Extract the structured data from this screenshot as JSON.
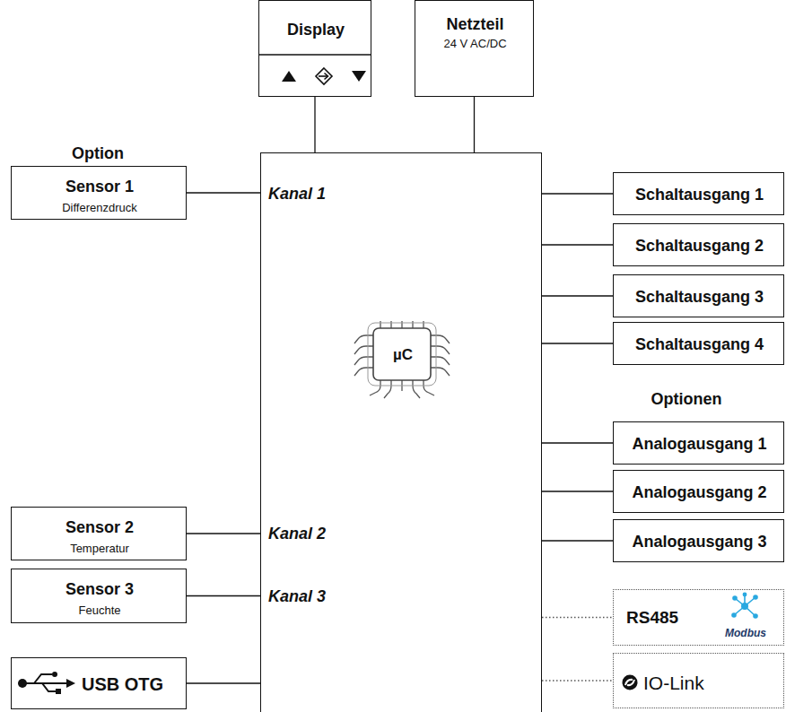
{
  "diagram": {
    "nodes": [
      {
        "text": [
          "Display"
        ]
      },
      {
        "text": [
          "Netzteil",
          "24 V AC/DC"
        ]
      },
      {
        "text": [
          "Option",
          "Sensor 1",
          "Differenzdruck"
        ]
      },
      {
        "text": [
          "Kanal 1",
          "µC",
          "Kanal 2",
          "Kanal 3"
        ]
      },
      {
        "text": [
          "Schaltausgang 1"
        ]
      },
      {
        "text": [
          "Schaltausgang 2"
        ]
      },
      {
        "text": [
          "Schaltausgang 3"
        ]
      },
      {
        "text": [
          "Schaltausgang 4"
        ]
      },
      {
        "text": [
          "Analogausgang 1"
        ]
      },
      {
        "text": [
          "Analogausgang 2"
        ]
      },
      {
        "text": [
          "Analogausgang 3"
        ]
      },
      {
        "text": [
          "Sensor 2",
          "Temperatur"
        ]
      },
      {
        "text": [
          "Sensor 3",
          "Feuchte"
        ]
      },
      {
        "text": [
          "RS485",
          "Modbus"
        ]
      },
      {
        "text": [
          "USB OTG"
        ]
      },
      {
        "text": [
          "IO-Link"
        ]
      }
    ],
    "edges": [
      {
        "from": 0,
        "to": 3,
        "arrow": "none"
      },
      {
        "from": 1,
        "to": 3,
        "arrow": "none"
      },
      {
        "from": 2,
        "to": 3,
        "arrow": "none"
      },
      {
        "from": 11,
        "to": 3,
        "arrow": "none"
      },
      {
        "from": 12,
        "to": 3,
        "arrow": "none"
      },
      {
        "from": 14,
        "to": 3,
        "arrow": "none"
      },
      {
        "from": 3,
        "to": 4,
        "arrow": "none"
      },
      {
        "from": 3,
        "to": 5,
        "arrow": "none"
      },
      {
        "from": 3,
        "to": 6,
        "arrow": "none"
      },
      {
        "from": 3,
        "to": 7,
        "arrow": "none"
      },
      {
        "from": 3,
        "to": 8,
        "arrow": "none"
      },
      {
        "from": 3,
        "to": 9,
        "arrow": "none"
      },
      {
        "from": 3,
        "to": 10,
        "arrow": "none"
      },
      {
        "from": 3,
        "to": 13,
        "arrow": "none"
      },
      {
        "from": 3,
        "to": 15,
        "arrow": "none"
      }
    ],
    "labels": [
      "Optionen"
    ]
  }
}
